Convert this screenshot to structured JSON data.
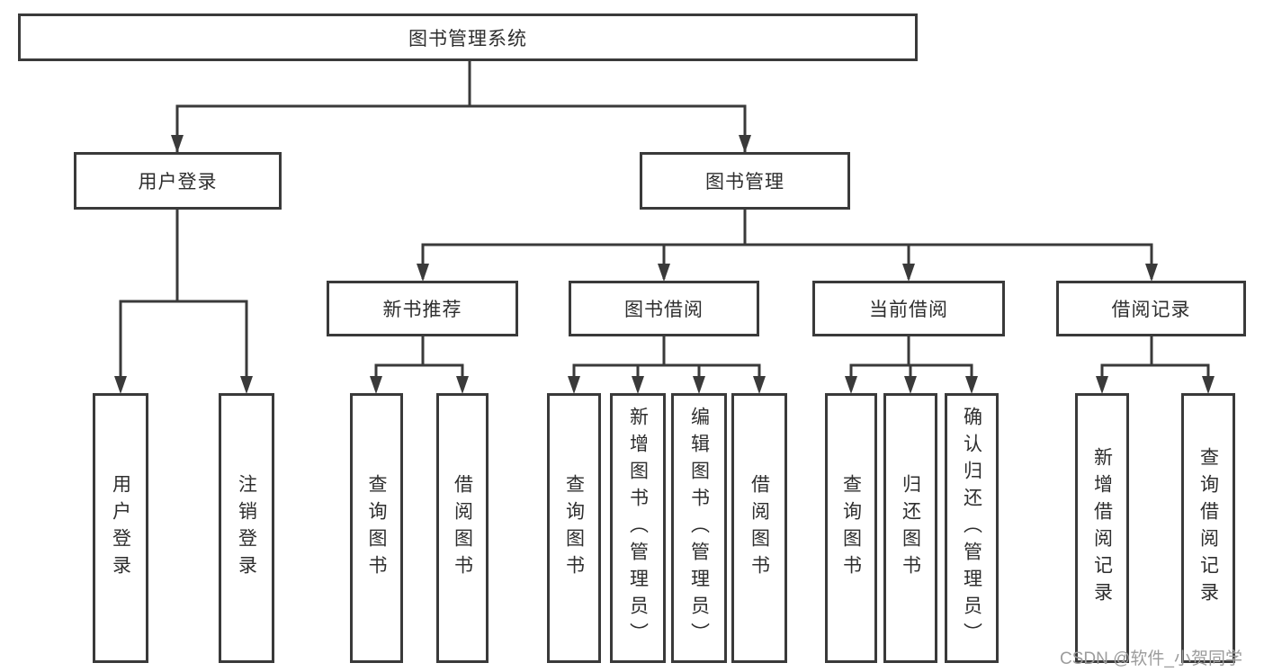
{
  "diagram": {
    "root": {
      "label": "图书管理系统"
    },
    "level2": [
      "用户登录",
      "图书管理"
    ],
    "level3": [
      "新书推荐",
      "图书借阅",
      "当前借阅",
      "借阅记录"
    ],
    "leaves": {
      "user_login": [
        "用户登录",
        "注销登录"
      ],
      "new_book_recommend": [
        "查询图书",
        "借阅图书"
      ],
      "book_borrowing": [
        "查询图书",
        "新增图书（管理员）",
        "编辑图书（管理员）",
        "借阅图书"
      ],
      "current_borrowing": [
        "查询图书",
        "归还图书",
        "确认归还（管理员）"
      ],
      "borrowing_records": [
        "新增借阅记录",
        "查询借阅记录"
      ]
    },
    "colors": {
      "line": "#3a3a3a",
      "box_background": "#ffffff",
      "text": "#2e2e2e",
      "watermark": "#9c9c9c"
    }
  },
  "watermark": {
    "text": "CSDN @软件_小贺同学"
  }
}
